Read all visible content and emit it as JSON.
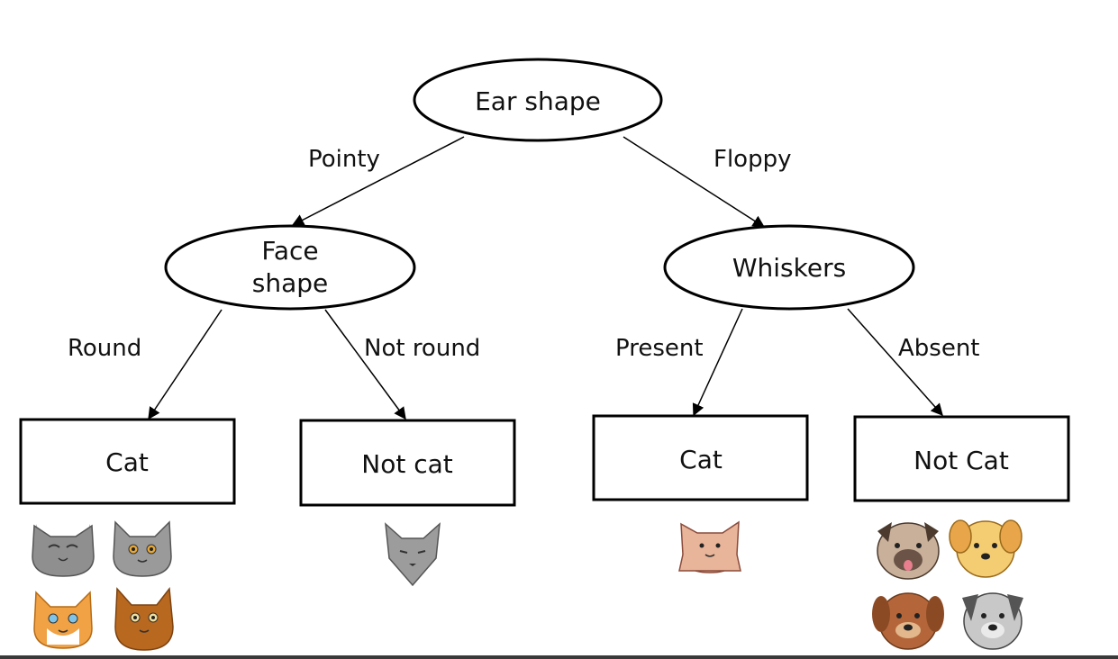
{
  "diagram": {
    "decision_nodes": {
      "root": {
        "label": "Ear shape"
      },
      "left": {
        "label_line1": "Face",
        "label_line2": "shape"
      },
      "right": {
        "label": "Whiskers"
      }
    },
    "edge_labels": {
      "pointy": "Pointy",
      "floppy": "Floppy",
      "round": "Round",
      "not_round": "Not round",
      "present": "Present",
      "absent": "Absent"
    },
    "leaves": {
      "leaf1": "Cat",
      "leaf2": "Not cat",
      "leaf3": "Cat",
      "leaf4": "Not Cat"
    },
    "animal_groups": {
      "leaf1": [
        "gray-cat-icon",
        "gray-cat-icon",
        "orange-cat-icon",
        "brown-cat-icon"
      ],
      "leaf2": [
        "gray-cat-icon"
      ],
      "leaf3": [
        "pink-cat-icon"
      ],
      "leaf4": [
        "pug-dog-icon",
        "yellow-dog-icon",
        "brown-dog-icon",
        "gray-dog-icon"
      ]
    }
  }
}
